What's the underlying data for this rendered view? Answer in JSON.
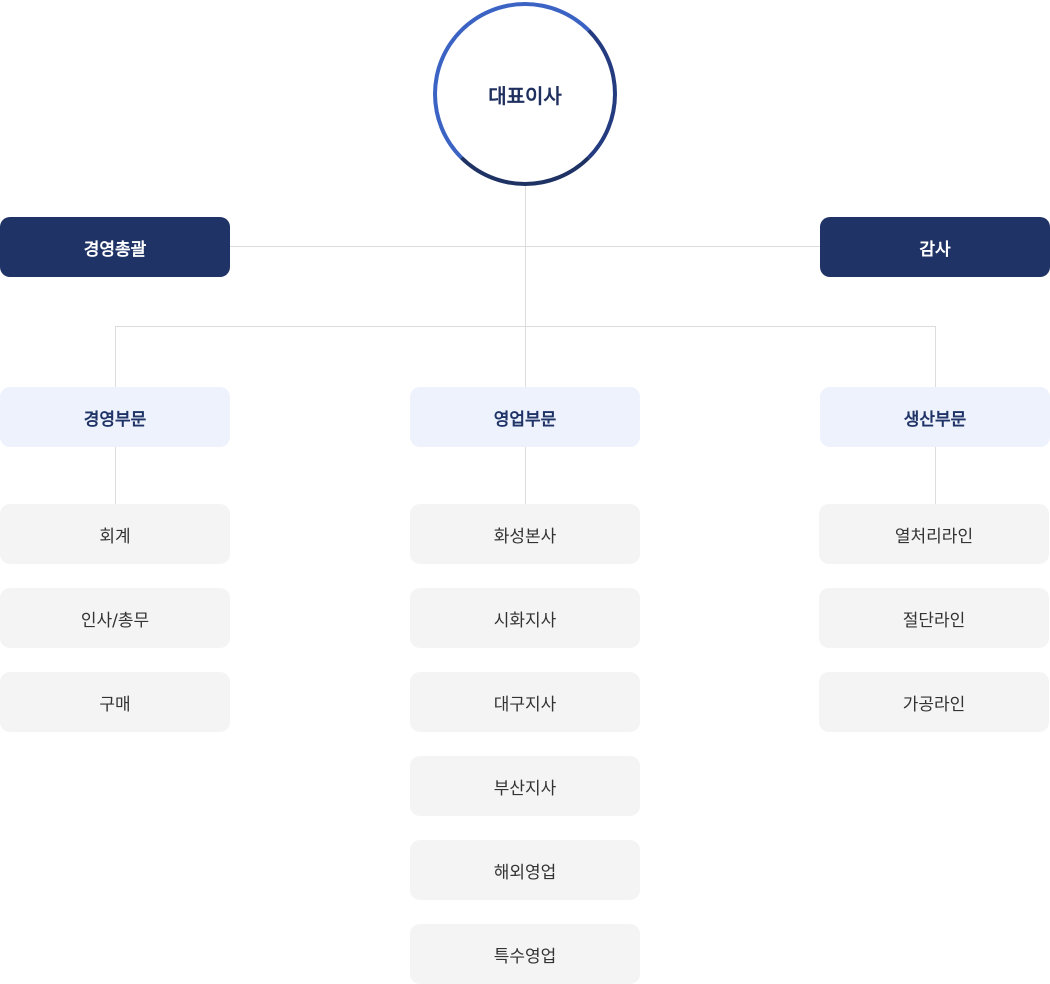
{
  "ceo": {
    "label": "대표이사"
  },
  "staff": [
    {
      "label": "경영총괄"
    },
    {
      "label": "감사"
    }
  ],
  "divisions": [
    {
      "label": "경영부문",
      "teams": [
        "회계",
        "인사/총무",
        "구매"
      ]
    },
    {
      "label": "영업부문",
      "teams": [
        "화성본사",
        "시화지사",
        "대구지사",
        "부산지사",
        "해외영업",
        "특수영업"
      ]
    },
    {
      "label": "생산부문",
      "teams": [
        "열처리라인",
        "절단라인",
        "가공라인"
      ]
    }
  ],
  "colors": {
    "dark": "#1f3366",
    "light": "#edf2fd",
    "gray": "#f4f4f4",
    "line": "#dcdcdc",
    "ring_start": "#3b63c4",
    "ring_end": "#1e3263"
  }
}
